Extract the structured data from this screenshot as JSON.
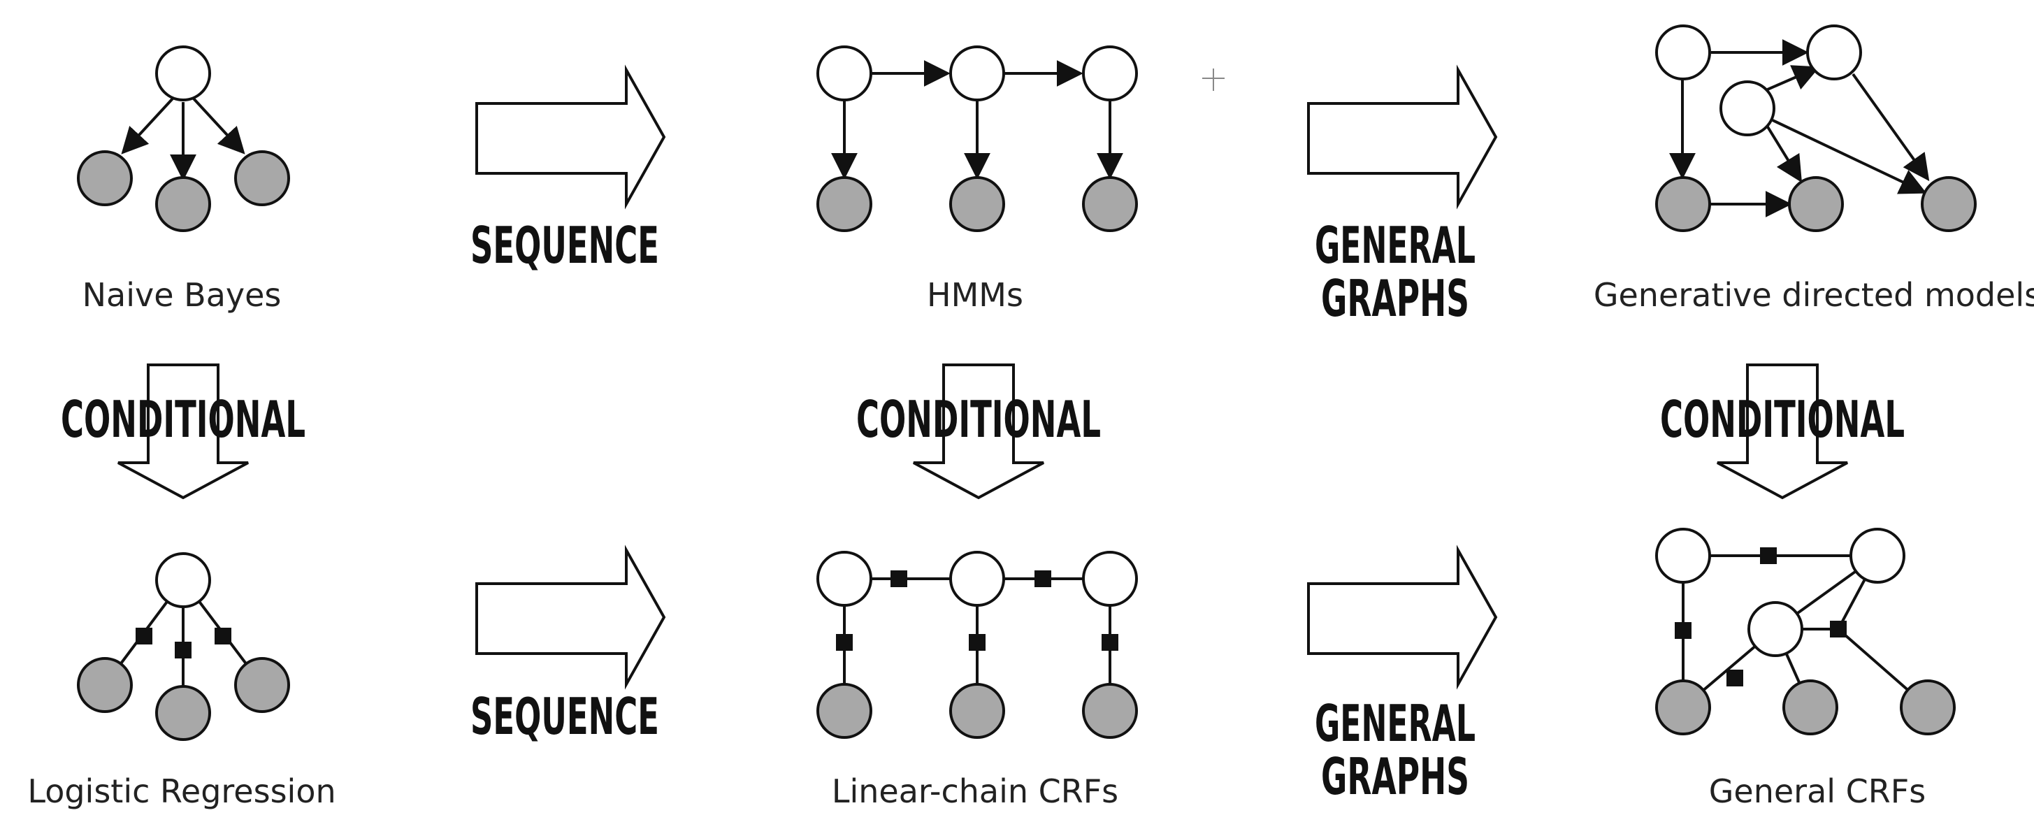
{
  "labels": {
    "naive_bayes": "Naive Bayes",
    "hmms": "HMMs",
    "generative_directed": "Generative directed models",
    "logistic_regression": "Logistic Regression",
    "linear_chain_crfs": "Linear-chain CRFs",
    "general_crfs": "General CRFs"
  },
  "arrows": {
    "sequence_top": "SEQUENCE",
    "sequence_bottom": "SEQUENCE",
    "general_top_line1": "GENERAL",
    "general_top_line2": "GRAPHS",
    "general_bottom_line1": "GENERAL",
    "general_bottom_line2": "GRAPHS",
    "conditional_left": "CONDITIONAL",
    "conditional_middle": "CONDITIONAL",
    "conditional_right": "CONDITIONAL"
  },
  "colors": {
    "hidden_node": "#ffffff",
    "observed_node": "#a8a8a8",
    "stroke": "#111111"
  }
}
